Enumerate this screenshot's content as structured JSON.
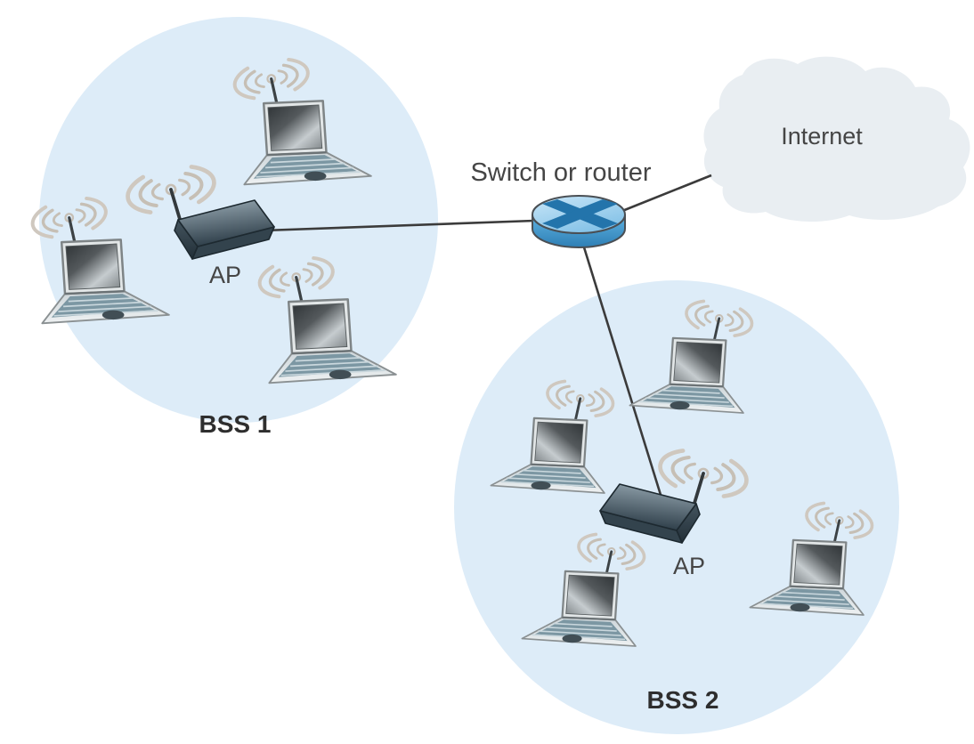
{
  "labels": {
    "switch_or_router": "Switch or router",
    "internet": "Internet",
    "bss1": "BSS 1",
    "bss2": "BSS 2",
    "ap_bss1": "AP",
    "ap_bss2": "AP"
  },
  "regions": [
    {
      "name": "BSS 1",
      "laptop_count": 3,
      "access_point_count": 1
    },
    {
      "name": "BSS 2",
      "laptop_count": 4,
      "access_point_count": 1
    }
  ],
  "connections": [
    {
      "from": "AP (BSS 1)",
      "to": "Switch or router"
    },
    {
      "from": "Switch or router",
      "to": "Internet"
    },
    {
      "from": "Switch or router",
      "to": "AP (BSS 2)"
    }
  ],
  "icons": {
    "laptop": "laptop-icon",
    "wireless_waves": "wireless-waves-icon",
    "access_point": "access-point-icon",
    "switch_router": "switch-router-icon",
    "internet_cloud": "internet-cloud"
  },
  "colors": {
    "bss_region_fill": "#ddecf8",
    "cloud_fill": "#e9eef2",
    "switch_top": "#a9d4ef",
    "switch_side": "#4aa0d6",
    "switch_x": "#2374ab",
    "connection_line": "#3b3b3b",
    "label_text": "#454545",
    "waves": "#c6bfb5"
  }
}
